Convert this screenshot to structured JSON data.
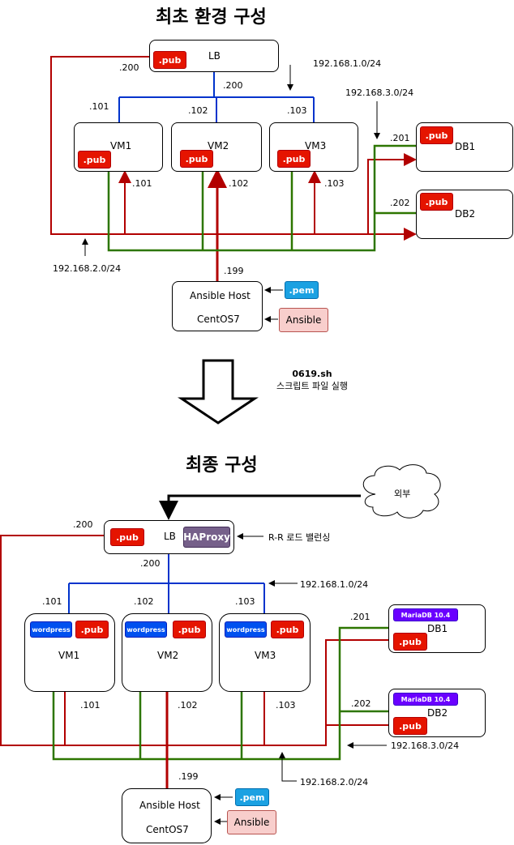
{
  "top": {
    "title": "최초 환경 구성",
    "lb": "LB",
    "vm1": "VM1",
    "vm2": "VM2",
    "vm3": "VM3",
    "db1": "DB1",
    "db2": "DB2",
    "ansible_host": "Ansible Host",
    "centos": "CentOS7",
    "pub": ".pub",
    "pem": ".pem",
    "ansible": "Ansible",
    "ip_200a": ".200",
    "ip_200b": ".200",
    "ip_101": ".101",
    "ip_102": ".102",
    "ip_103": ".103",
    "ip_101b": ".101",
    "ip_102b": ".102",
    "ip_103b": ".103",
    "ip_201": ".201",
    "ip_202": ".202",
    "ip_199": ".199",
    "net1": "192.168.1.0/24",
    "net3": "192.168.3.0/24",
    "net2": "192.168.2.0/24"
  },
  "middle": {
    "script": "0619.sh",
    "desc": "스크립트 파일 실행"
  },
  "bottom": {
    "title": "최종 구성",
    "cloud": "외부",
    "lb": "LB",
    "haproxy": "HAProxy",
    "rr": "R-R 로드 밸런싱",
    "vm1": "VM1",
    "vm2": "VM2",
    "vm3": "VM3",
    "db1": "DB1",
    "db2": "DB2",
    "wordpress": "wordpress",
    "mariadb": "MariaDB 10.4",
    "pub": ".pub",
    "pem": ".pem",
    "ansible": "Ansible",
    "ansible_host": "Ansible Host",
    "centos": "CentOS7",
    "ip_200a": ".200",
    "ip_200b": ".200",
    "ip_101": ".101",
    "ip_102": ".102",
    "ip_103": ".103",
    "ip_101b": ".101",
    "ip_102b": ".102",
    "ip_103b": ".103",
    "ip_201": ".201",
    "ip_202": ".202",
    "ip_199": ".199",
    "net1": "192.168.1.0/24",
    "net3": "192.168.3.0/24",
    "net2": "192.168.2.0/24"
  },
  "colors": {
    "blue_net": "#0033cc",
    "red_net": "#b20000",
    "green_net": "#2d7600"
  }
}
